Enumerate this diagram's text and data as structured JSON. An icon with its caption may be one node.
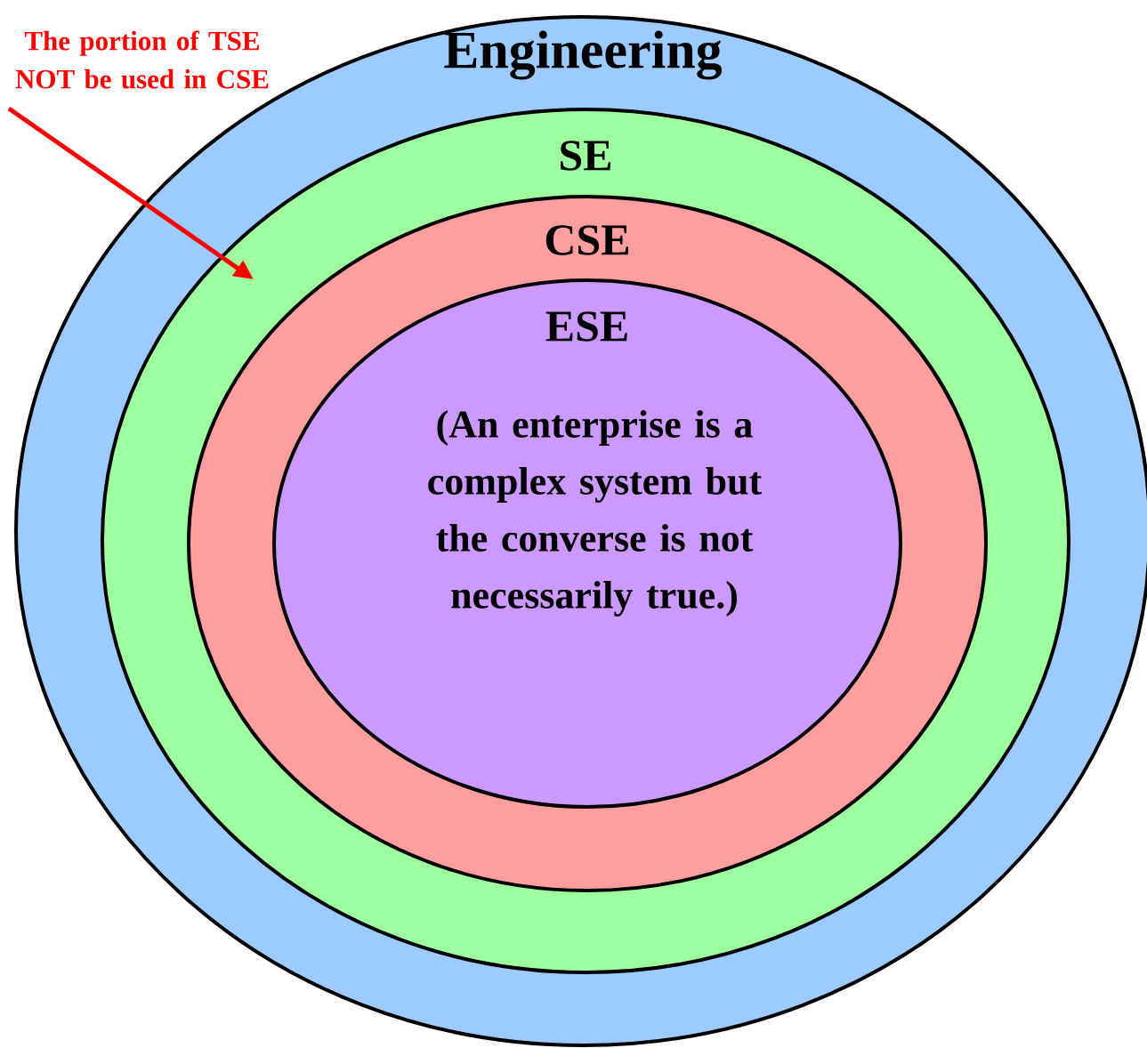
{
  "diagram": {
    "nodes": [
      {
        "text": [
          "Engineering"
        ]
      },
      {
        "text": [
          "SE"
        ],
        "in": 0
      },
      {
        "text": [
          "CSE"
        ],
        "in": 1
      },
      {
        "text": [
          "ESE",
          "(An enterprise is a complex system but the converse is not necessarily true.)"
        ],
        "in": 2
      },
      {
        "text": [
          "The portion of TSE NOT be used in CSE"
        ]
      }
    ],
    "edges": [
      {
        "from": 4,
        "to": 1,
        "arrow": "to",
        "color": "#ff0000"
      }
    ]
  }
}
